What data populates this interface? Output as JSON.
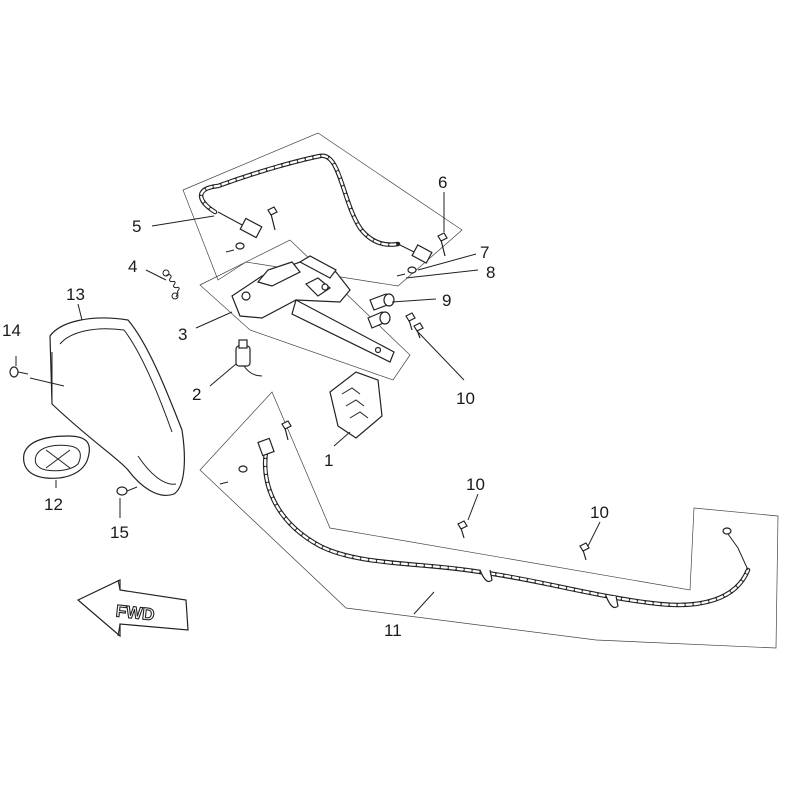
{
  "diagram": {
    "direction_arrow": {
      "label": "FWD"
    },
    "callouts": [
      {
        "id": "c1",
        "label": "1"
      },
      {
        "id": "c2",
        "label": "2"
      },
      {
        "id": "c3",
        "label": "3"
      },
      {
        "id": "c4",
        "label": "4"
      },
      {
        "id": "c5",
        "label": "5"
      },
      {
        "id": "c6",
        "label": "6"
      },
      {
        "id": "c7",
        "label": "7"
      },
      {
        "id": "c8",
        "label": "8"
      },
      {
        "id": "c9",
        "label": "9"
      },
      {
        "id": "c10a",
        "label": "10"
      },
      {
        "id": "c10b",
        "label": "10"
      },
      {
        "id": "c10c",
        "label": "10"
      },
      {
        "id": "c11",
        "label": "11"
      },
      {
        "id": "c12",
        "label": "12"
      },
      {
        "id": "c13",
        "label": "13"
      },
      {
        "id": "c14",
        "label": "14"
      },
      {
        "id": "c15",
        "label": "15"
      }
    ]
  }
}
